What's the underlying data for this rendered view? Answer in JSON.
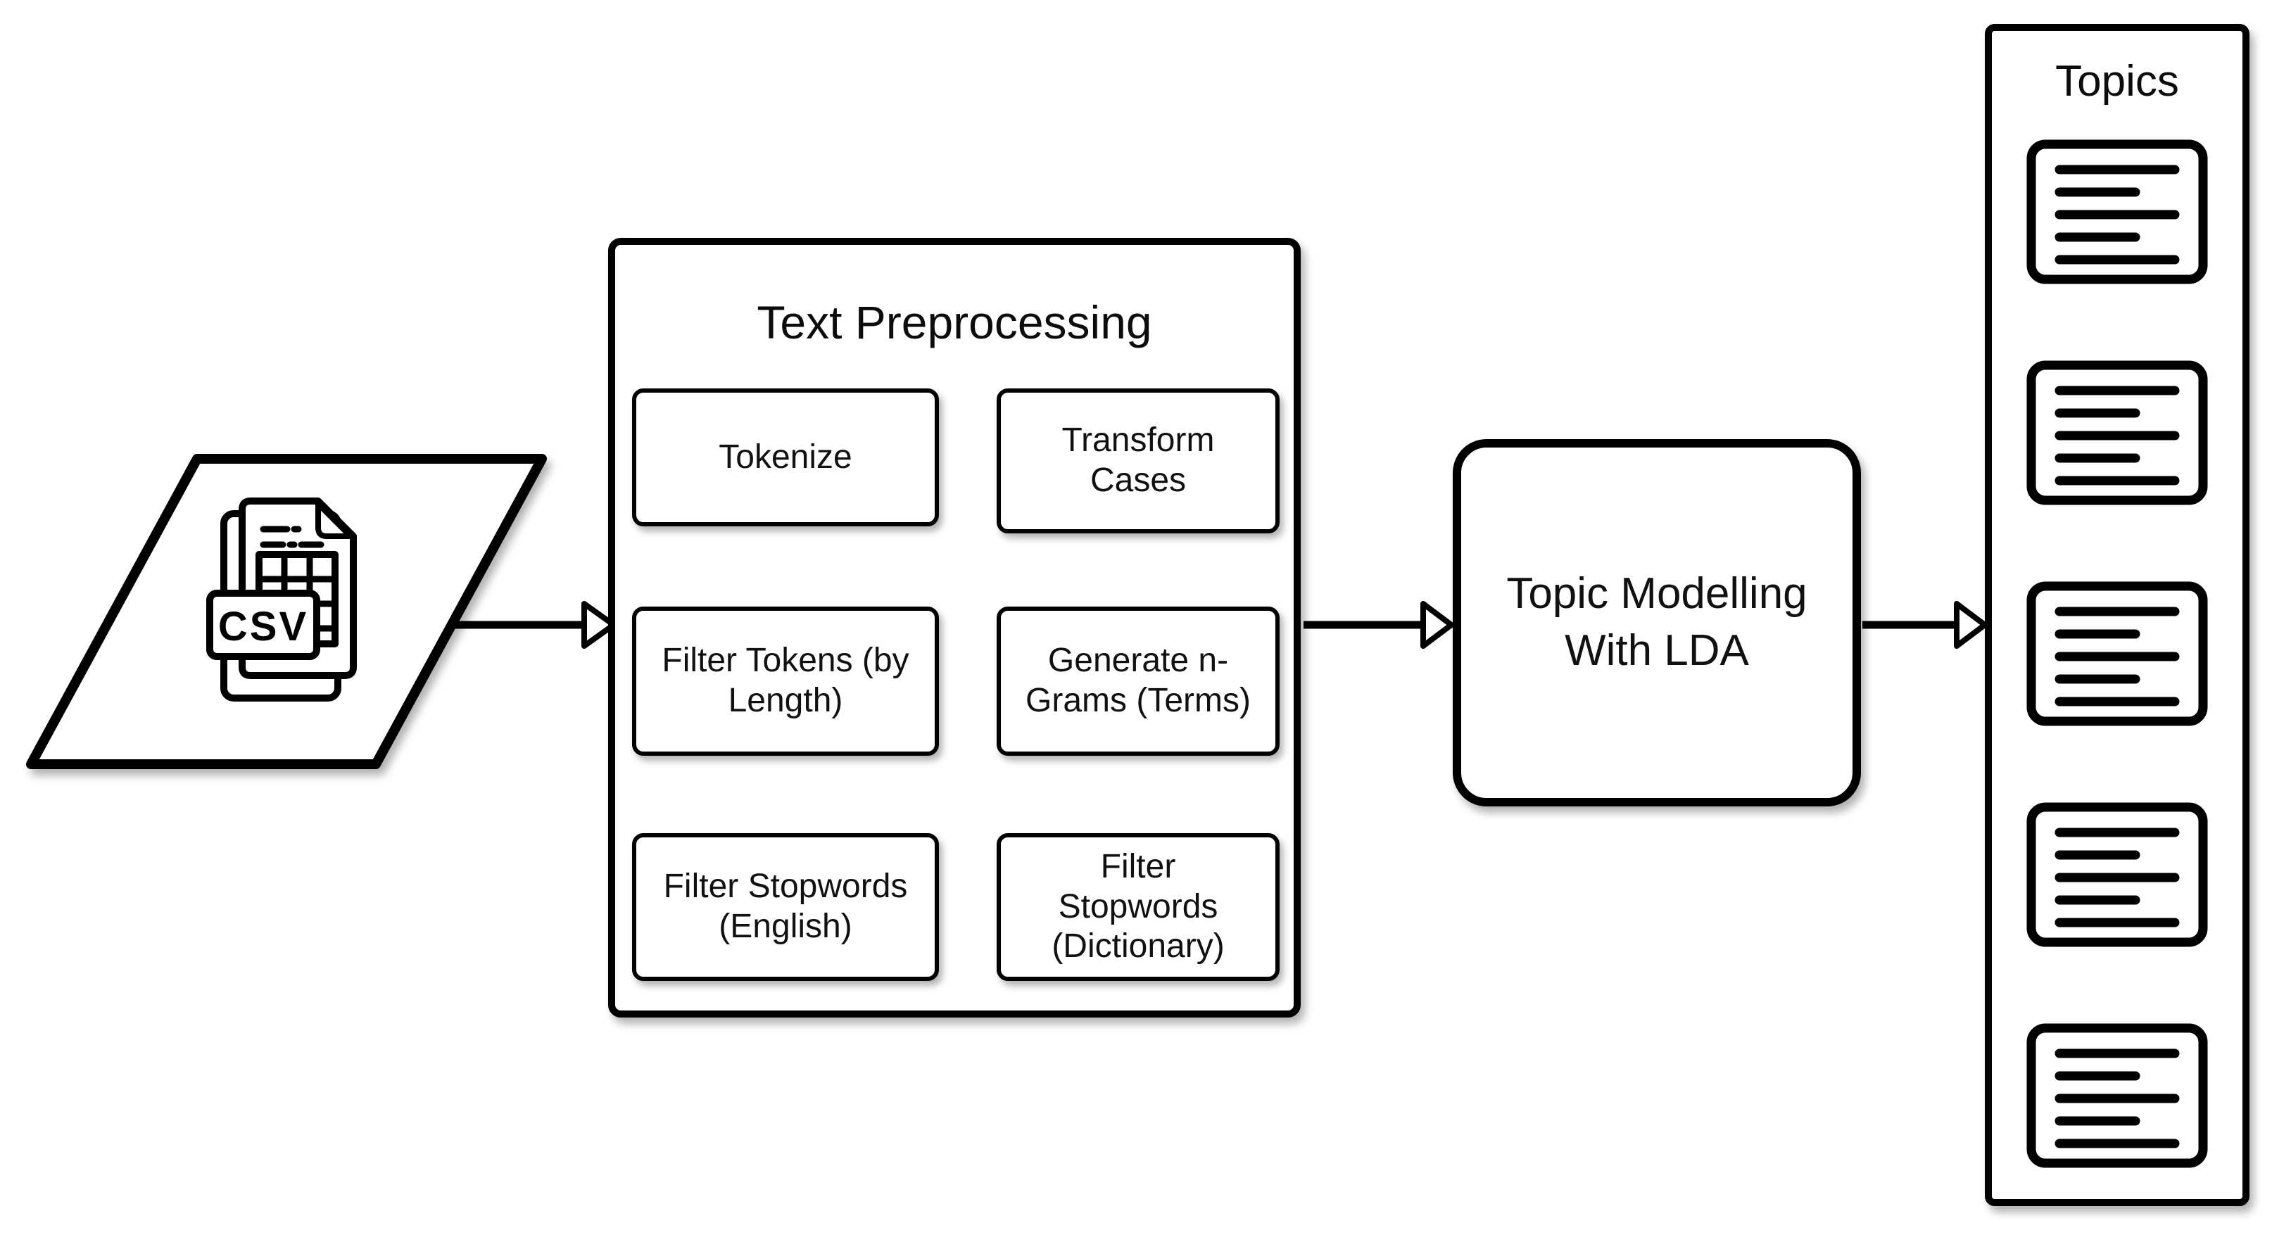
{
  "input": {
    "shape": "parallelogram",
    "icon": "csv-file-icon",
    "file_label": "CSV"
  },
  "preprocessing": {
    "title": "Text Preprocessing",
    "steps": [
      {
        "label": "Tokenize"
      },
      {
        "label": "Transform\nCases"
      },
      {
        "label": "Filter Tokens (by\nLength)"
      },
      {
        "label": "Generate n-\nGrams (Terms)"
      },
      {
        "label": "Filter Stopwords\n(English)"
      },
      {
        "label": "Filter\nStopwords\n(Dictionary)"
      }
    ]
  },
  "modelling": {
    "label": "Topic Modelling\nWith LDA"
  },
  "output": {
    "title": "Topics",
    "icon": "topic-document-icon",
    "document_count": 5
  },
  "colors": {
    "line": "#000000",
    "fill": "#ffffff",
    "text": "#111111",
    "shadow": "rgba(0,0,0,0.30)"
  },
  "flow": [
    "csv-input",
    "text-preprocessing",
    "topic-modelling-with-lda",
    "topics"
  ]
}
